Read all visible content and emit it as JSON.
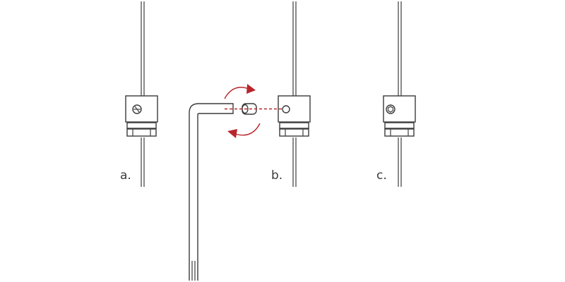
{
  "steps": [
    {
      "label": "a."
    },
    {
      "label": "b."
    },
    {
      "label": "c."
    }
  ],
  "colors": {
    "line": "#4a4a4a",
    "accent": "#b8262c",
    "background": "#ffffff"
  },
  "icons": {
    "rotate_top": "rotate-arrow-icon",
    "rotate_bottom": "rotate-arrow-icon",
    "screw": "set-screw-icon",
    "hex_key": "hex-key-icon"
  }
}
